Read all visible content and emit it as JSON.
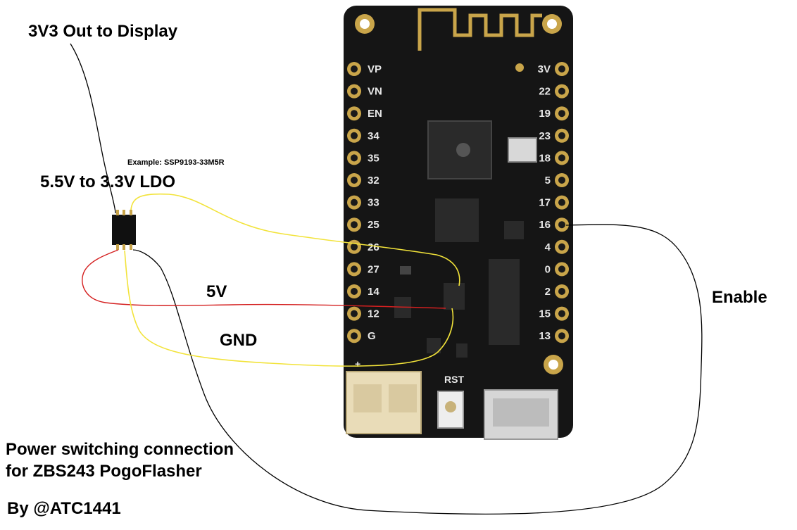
{
  "labels": {
    "output_3v3": "3V3 Out to Display",
    "ldo_example": "Example: SSP9193-33M5R",
    "ldo_title": "5.5V to 3.3V LDO",
    "wire_5v": "5V",
    "wire_gnd": "GND",
    "wire_enable": "Enable",
    "title_line1": "Power switching connection",
    "title_line2": "for ZBS243 PogoFlasher",
    "author": "By @ATC1441"
  },
  "board": {
    "left_pins": [
      "VP",
      "VN",
      "EN",
      "34",
      "35",
      "32",
      "33",
      "25",
      "26",
      "27",
      "14",
      "12",
      "G"
    ],
    "right_pins": [
      "3V",
      "22",
      "19",
      "23",
      "18",
      "5",
      "17",
      "16",
      "4",
      "0",
      "2",
      "15",
      "13"
    ],
    "button_label": "RST",
    "plus_label": "+"
  },
  "colors": {
    "wire_yellow": "#f2e33a",
    "wire_red": "#d42020",
    "wire_black": "#000000",
    "board": "#151515"
  }
}
